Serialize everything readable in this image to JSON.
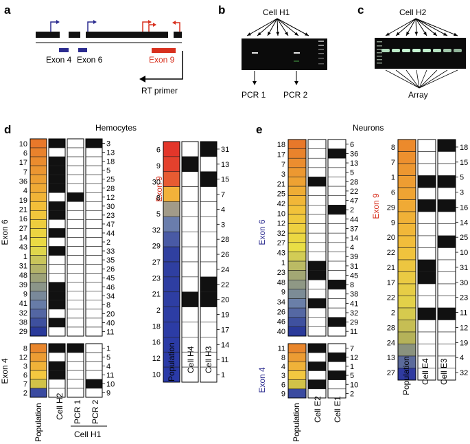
{
  "panels": {
    "a": {
      "letter": "a",
      "exon_labels": [
        "Exon 4",
        "Exon 6",
        "Exon 9"
      ],
      "rt_primer": "RT primer",
      "colors": {
        "blue": "#2b2b8f",
        "red": "#d8301e"
      }
    },
    "b": {
      "letter": "b",
      "cell": "Cell H1",
      "pcr1": "PCR 1",
      "pcr2": "PCR 2"
    },
    "c": {
      "letter": "c",
      "cell": "Cell H2",
      "array": "Array"
    },
    "d": {
      "letter": "d",
      "title": "Hemocytes",
      "exon6_label": "Exon 6",
      "exon4_label": "Exon 4",
      "exon9_label": "Exon 9",
      "exon6_rows": [
        "10",
        "6",
        "17",
        "7",
        "36",
        "4",
        "19",
        "21",
        "16",
        "27",
        "14",
        "43",
        "1",
        "31",
        "48",
        "39",
        "9",
        "41",
        "32",
        "38",
        "29"
      ],
      "exon6_right": [
        "3",
        "13",
        "18",
        "5",
        "25",
        "28",
        "12",
        "30",
        "23",
        "47",
        "44",
        "2",
        "33",
        "35",
        "26",
        "45",
        "46",
        "34",
        "8",
        "20",
        "40",
        "11"
      ],
      "exon4_rows": [
        "8",
        "12",
        "3",
        "6",
        "7",
        "2"
      ],
      "exon4_right": [
        "1",
        "5",
        "4",
        "11",
        "10",
        "9"
      ],
      "exon9_rows": [
        "6",
        "9",
        "30",
        "8",
        "5",
        "32",
        "29",
        "27",
        "23",
        "21",
        "2",
        "18",
        "16",
        "12",
        "10"
      ],
      "exon9_right": [
        "31",
        "13",
        "15",
        "7",
        "4",
        "3",
        "28",
        "26",
        "24",
        "22",
        "20",
        "19",
        "17",
        "14",
        "11",
        "1"
      ],
      "col_labels_left": [
        "Population",
        "Cell H2",
        "PCR 1",
        "PCR 2"
      ],
      "bracket_label": "Cell H1",
      "col_labels_right": [
        "Population",
        "Cell H4",
        "Cell H3"
      ]
    },
    "e": {
      "letter": "e",
      "title": "Neurons",
      "exon6_label": "Exon 6",
      "exon4_label": "Exon 4",
      "exon9_label": "Exon 9",
      "exon6_rows": [
        "18",
        "17",
        "7",
        "3",
        "21",
        "25",
        "42",
        "10",
        "12",
        "32",
        "27",
        "43",
        "1",
        "23",
        "48",
        "9",
        "34",
        "26",
        "46",
        "40"
      ],
      "exon6_right": [
        "6",
        "36",
        "13",
        "5",
        "28",
        "22",
        "47",
        "2",
        "44",
        "37",
        "14",
        "4",
        "39",
        "31",
        "45",
        "8",
        "38",
        "41",
        "32",
        "29",
        "11"
      ],
      "exon4_rows": [
        "11",
        "8",
        "4",
        "3",
        "6",
        "9"
      ],
      "exon4_right": [
        "7",
        "12",
        "1",
        "5",
        "10",
        "2"
      ],
      "exon9_rows": [
        "8",
        "7",
        "1",
        "6",
        "29",
        "9",
        "20",
        "22",
        "21",
        "17",
        "22",
        "2",
        "28",
        "24",
        "13",
        "27"
      ],
      "exon9_right": [
        "18",
        "15",
        "5",
        "3",
        "16",
        "14",
        "25",
        "10",
        "31",
        "30",
        "23",
        "11",
        "12",
        "19",
        "4",
        "32"
      ],
      "col_labels_left": [
        "Population",
        "Cell E2",
        "Cell E1"
      ],
      "col_labels_right": [
        "Population",
        "Cell E4",
        "Cell E3"
      ]
    }
  }
}
